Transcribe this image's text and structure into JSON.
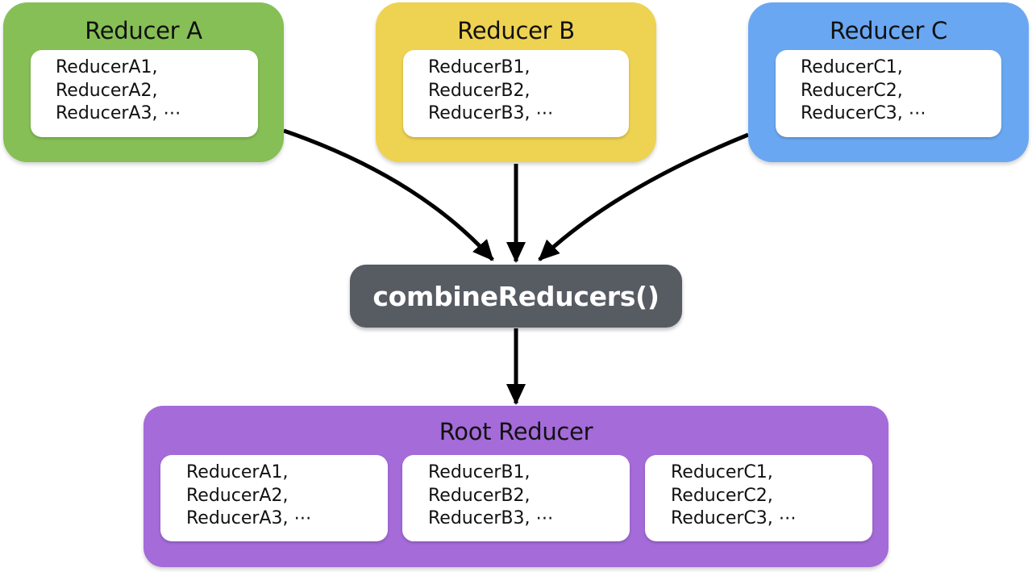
{
  "colors": {
    "reducer_a": "#86bf55",
    "reducer_b": "#eed251",
    "reducer_c": "#6aa7f2",
    "combine": "#575b62",
    "root": "#a46bd9",
    "arrow": "#000000"
  },
  "reducer_a": {
    "title": "Reducer A",
    "lines": [
      "ReducerA1,",
      "ReducerA2,",
      "ReducerA3, ⋯"
    ]
  },
  "reducer_b": {
    "title": "Reducer B",
    "lines": [
      "ReducerB1,",
      "ReducerB2,",
      "ReducerB3, ⋯"
    ]
  },
  "reducer_c": {
    "title": "Reducer C",
    "lines": [
      "ReducerC1,",
      "ReducerC2,",
      "ReducerC3, ⋯"
    ]
  },
  "combine": {
    "label": "combineReducers()"
  },
  "root": {
    "title": "Root Reducer",
    "groups": [
      {
        "lines": [
          "ReducerA1,",
          "ReducerA2,",
          "ReducerA3, ⋯"
        ]
      },
      {
        "lines": [
          "ReducerB1,",
          "ReducerB2,",
          "ReducerB3, ⋯"
        ]
      },
      {
        "lines": [
          "ReducerC1,",
          "ReducerC2,",
          "ReducerC3, ⋯"
        ]
      }
    ]
  }
}
